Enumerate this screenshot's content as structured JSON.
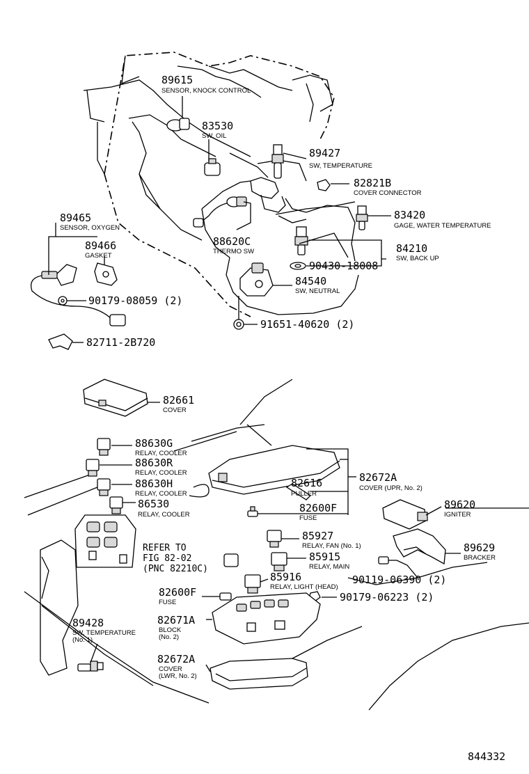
{
  "diagram_id": "844332",
  "refer": {
    "line1": "REFER TO",
    "line2": "FIG 82-02",
    "line3": "(PNC 82210C)"
  },
  "parts": {
    "p89615": {
      "num": "89615",
      "desc": "SENSOR, KNOCK CONTROL"
    },
    "p83530": {
      "num": "83530",
      "desc": "SW, OIL"
    },
    "p89427": {
      "num": "89427",
      "desc": "SW, TEMPERATURE"
    },
    "p82821B": {
      "num": "82821B",
      "desc": "COVER CONNECTOR"
    },
    "p83420": {
      "num": "83420",
      "desc": "GAGE, WATER TEMPERATURE"
    },
    "p89465": {
      "num": "89465",
      "desc": "SENSOR, OXYGEN"
    },
    "p89466": {
      "num": "89466",
      "desc": "GASKET"
    },
    "p88620C": {
      "num": "88620C",
      "desc": "THERMO SW"
    },
    "p84210": {
      "num": "84210",
      "desc": "SW, BACK UP"
    },
    "p90430": {
      "num": "90430-18008"
    },
    "p84540": {
      "num": "84540",
      "desc": "SW, NEUTRAL"
    },
    "p90179a": {
      "num": "90179-08059 (2)"
    },
    "p91651": {
      "num": "91651-40620 (2)"
    },
    "p82711": {
      "num": "82711-2B720"
    },
    "p82661": {
      "num": "82661",
      "desc": "COVER"
    },
    "p88630G": {
      "num": "88630G",
      "desc": "RELAY, COOLER"
    },
    "p88630R": {
      "num": "88630R",
      "desc": "RELAY, COOLER"
    },
    "p88630H": {
      "num": "88630H",
      "desc": "RELAY, COOLER"
    },
    "p86530": {
      "num": "86530",
      "desc": "RELAY, COOLER"
    },
    "p82616": {
      "num": "82616",
      "desc": "PULLER"
    },
    "p82672Au": {
      "num": "82672A",
      "desc": "COVER (UPR, No. 2)"
    },
    "p82600Fa": {
      "num": "82600F",
      "desc": "FUSE"
    },
    "p89620": {
      "num": "89620",
      "desc": "IGNITER"
    },
    "p85927": {
      "num": "85927",
      "desc": "RELAY, FAN (No. 1)"
    },
    "p85915": {
      "num": "85915",
      "desc": "RELAY, MAIN"
    },
    "p89629": {
      "num": "89629",
      "desc": "BRACKER"
    },
    "p85916": {
      "num": "85916",
      "desc": "RELAY, LIGHT (HEAD)"
    },
    "p90119": {
      "num": "90119-06390 (2)"
    },
    "p82600Fb": {
      "num": "82600F",
      "desc": "FUSE"
    },
    "p90179b": {
      "num": "90179-06223 (2)"
    },
    "p89428": {
      "num": "89428",
      "desc1": "SW, TEMPERATURE",
      "desc2": "(No. 1)"
    },
    "p82671A": {
      "num": "82671A",
      "desc1": "BLOCK",
      "desc2": "(No. 2)"
    },
    "p82672Al": {
      "num": "82672A",
      "desc1": "COVER",
      "desc2": "(LWR, No. 2)"
    }
  }
}
